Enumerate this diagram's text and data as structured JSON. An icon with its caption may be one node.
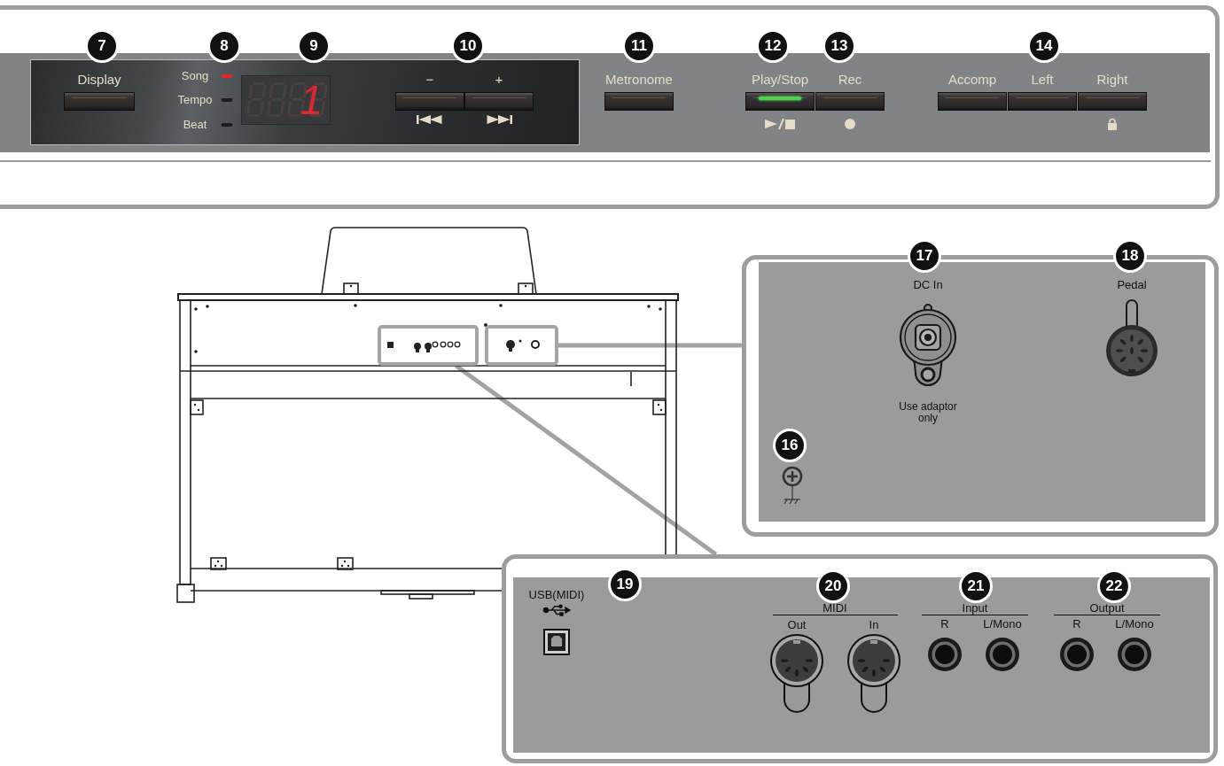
{
  "diagram": {
    "nodes": [
      {
        "text": [],
        "shape": "box"
      },
      {
        "text": [],
        "shape": "box",
        "in": 0
      },
      {
        "text": [
          "Display"
        ],
        "in": 1
      },
      {
        "text": [
          "1"
        ],
        "in": 1
      },
      {
        "text": [
          "−"
        ],
        "in": 1
      },
      {
        "text": [
          "+"
        ],
        "in": 1
      },
      {
        "text": [
          "Metronome"
        ],
        "in": 0
      },
      {
        "text": [
          "Play/Stop"
        ],
        "in": 0
      },
      {
        "text": [
          "Rec"
        ],
        "in": 0
      },
      {
        "text": [
          "Accomp"
        ],
        "in": 0
      },
      {
        "text": [
          "Left"
        ],
        "in": 0
      },
      {
        "text": [
          "Right"
        ],
        "in": 0
      },
      {
        "text": [],
        "shape": "picture"
      },
      {
        "text": [],
        "shape": "box",
        "in": 12
      },
      {
        "text": [],
        "shape": "box",
        "in": 12
      },
      {
        "text": [],
        "shape": "box"
      },
      {
        "text": [
          "DC In",
          "Use adaptor only"
        ],
        "in": 15
      },
      {
        "text": [
          "Pedal"
        ],
        "in": 15
      },
      {
        "text": [],
        "shape": "picture",
        "in": 15
      },
      {
        "text": [],
        "shape": "box"
      },
      {
        "text": [
          "USB(MIDI)"
        ],
        "in": 19
      },
      {
        "text": [
          "Out"
        ],
        "in": 19
      },
      {
        "text": [
          "In"
        ],
        "in": 19
      },
      {
        "text": [
          "R"
        ],
        "in": 19
      },
      {
        "text": [
          "L/Mono"
        ],
        "in": 19
      },
      {
        "text": [
          "R"
        ],
        "in": 19
      },
      {
        "text": [
          "L/Mono"
        ],
        "in": 19
      }
    ],
    "edges": [
      {
        "from": 14,
        "to": 15,
        "arrow": "none"
      },
      {
        "from": 13,
        "to": 19,
        "arrow": "none"
      }
    ],
    "labels": [
      "7",
      "8",
      "9",
      "10",
      "11",
      "12",
      "13",
      "14",
      "Song",
      "Tempo",
      "Beat",
      "17",
      "18",
      "16",
      "19",
      "20",
      "21",
      "22",
      "MIDI",
      "Input",
      "Output"
    ]
  }
}
